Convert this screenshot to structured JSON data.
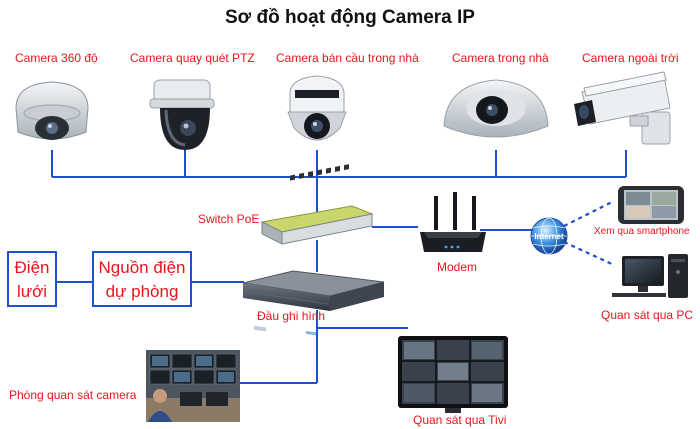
{
  "title": "Sơ đồ hoạt động Camera IP",
  "cameras": [
    {
      "label": "Camera 360 độ"
    },
    {
      "label": "Camera quay quét PTZ"
    },
    {
      "label": "Camera bán cầu trong nhà"
    },
    {
      "label": "Camera trong nhà"
    },
    {
      "label": "Camera ngoài trời"
    }
  ],
  "devices": {
    "switch": "Switch PoE",
    "modem": "Modem",
    "recorder": "Đầu ghi hình",
    "smartphone": "Xem qua smartphone",
    "pc": "Quan sát qua PC",
    "control_room": "Phòng quan sát camera",
    "tv": "Quan sát qua Tivi",
    "internet": "Internet"
  },
  "power": {
    "grid": [
      "Điện",
      "lưới"
    ],
    "backup": [
      "Nguồn điện",
      "dự phòng"
    ]
  },
  "colors": {
    "line": "#1f4fd1",
    "label": "#e8151b",
    "title": "#111111"
  }
}
